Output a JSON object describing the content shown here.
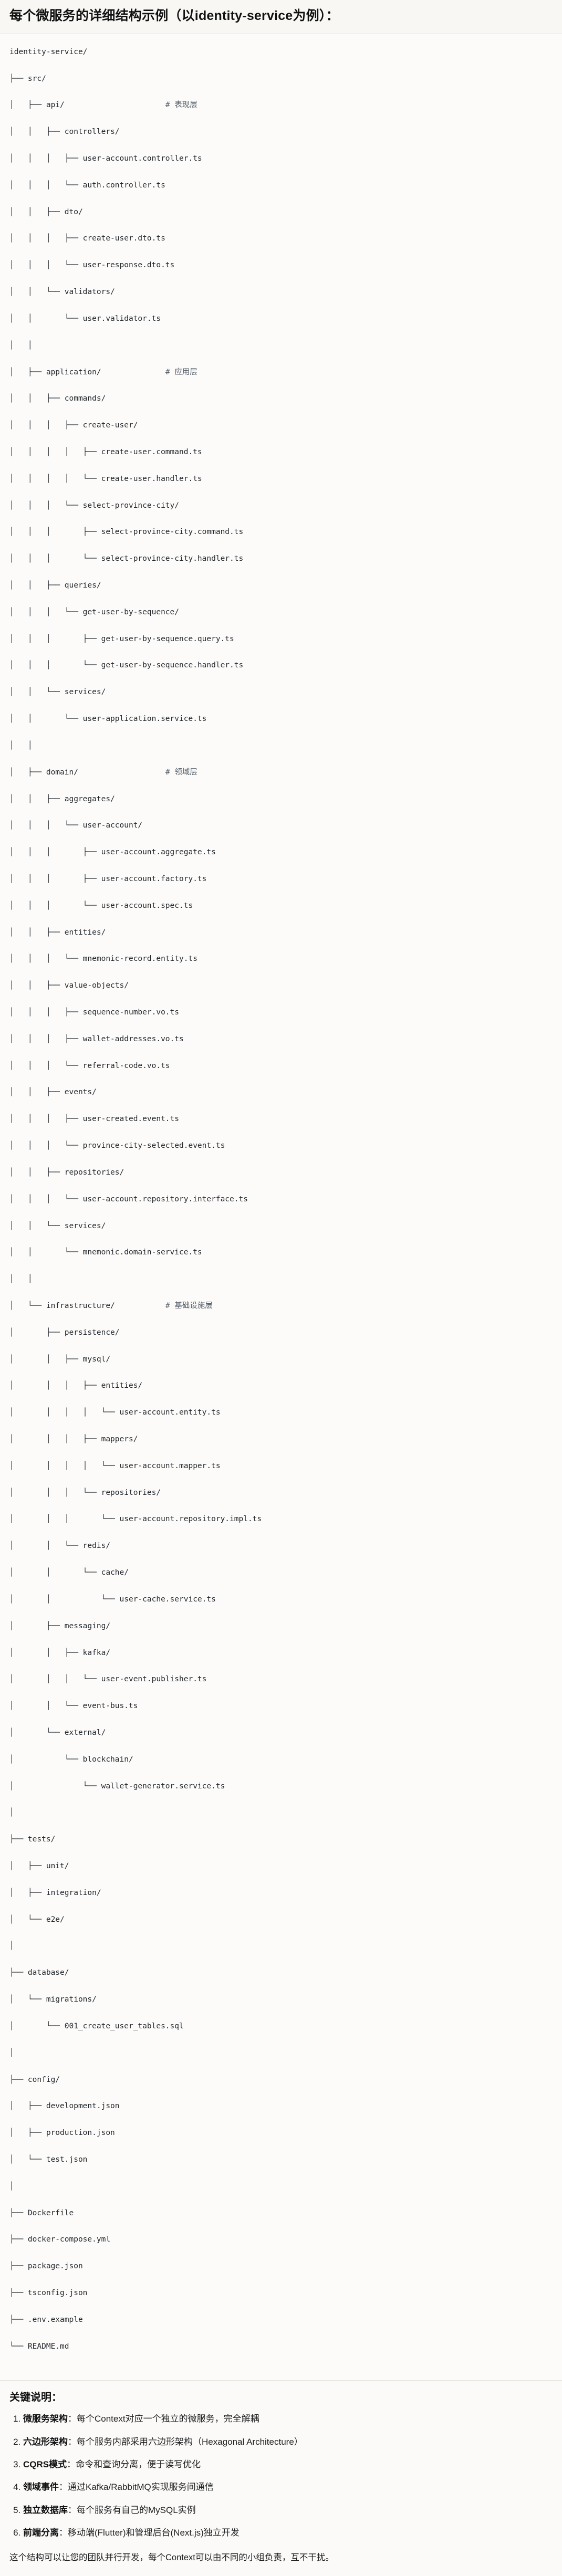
{
  "header": {
    "title": "每个微服务的详细结构示例（以identity-service为例）："
  },
  "tree": {
    "root_label": "identity-service/",
    "lines": [
      {
        "glyphs": "identity-service/",
        "comment": ""
      },
      {
        "glyphs": "├── src/",
        "comment": ""
      },
      {
        "glyphs": "│   ├── api/",
        "comment": "# 表现层"
      },
      {
        "glyphs": "│   │   ├── controllers/",
        "comment": ""
      },
      {
        "glyphs": "│   │   │   ├── user-account.controller.ts",
        "comment": ""
      },
      {
        "glyphs": "│   │   │   └── auth.controller.ts",
        "comment": ""
      },
      {
        "glyphs": "│   │   ├── dto/",
        "comment": ""
      },
      {
        "glyphs": "│   │   │   ├── create-user.dto.ts",
        "comment": ""
      },
      {
        "glyphs": "│   │   │   └── user-response.dto.ts",
        "comment": ""
      },
      {
        "glyphs": "│   │   └── validators/",
        "comment": ""
      },
      {
        "glyphs": "│   │       └── user.validator.ts",
        "comment": ""
      },
      {
        "glyphs": "│   │",
        "comment": ""
      },
      {
        "glyphs": "│   ├── application/",
        "comment": "# 应用层"
      },
      {
        "glyphs": "│   │   ├── commands/",
        "comment": ""
      },
      {
        "glyphs": "│   │   │   ├── create-user/",
        "comment": ""
      },
      {
        "glyphs": "│   │   │   │   ├── create-user.command.ts",
        "comment": ""
      },
      {
        "glyphs": "│   │   │   │   └── create-user.handler.ts",
        "comment": ""
      },
      {
        "glyphs": "│   │   │   └── select-province-city/",
        "comment": ""
      },
      {
        "glyphs": "│   │   │       ├── select-province-city.command.ts",
        "comment": ""
      },
      {
        "glyphs": "│   │   │       └── select-province-city.handler.ts",
        "comment": ""
      },
      {
        "glyphs": "│   │   ├── queries/",
        "comment": ""
      },
      {
        "glyphs": "│   │   │   └── get-user-by-sequence/",
        "comment": ""
      },
      {
        "glyphs": "│   │   │       ├── get-user-by-sequence.query.ts",
        "comment": ""
      },
      {
        "glyphs": "│   │   │       └── get-user-by-sequence.handler.ts",
        "comment": ""
      },
      {
        "glyphs": "│   │   └── services/",
        "comment": ""
      },
      {
        "glyphs": "│   │       └── user-application.service.ts",
        "comment": ""
      },
      {
        "glyphs": "│   │",
        "comment": ""
      },
      {
        "glyphs": "│   ├── domain/",
        "comment": "# 领域层"
      },
      {
        "glyphs": "│   │   ├── aggregates/",
        "comment": ""
      },
      {
        "glyphs": "│   │   │   └── user-account/",
        "comment": ""
      },
      {
        "glyphs": "│   │   │       ├── user-account.aggregate.ts",
        "comment": ""
      },
      {
        "glyphs": "│   │   │       ├── user-account.factory.ts",
        "comment": ""
      },
      {
        "glyphs": "│   │   │       └── user-account.spec.ts",
        "comment": ""
      },
      {
        "glyphs": "│   │   ├── entities/",
        "comment": ""
      },
      {
        "glyphs": "│   │   │   └── mnemonic-record.entity.ts",
        "comment": ""
      },
      {
        "glyphs": "│   │   ├── value-objects/",
        "comment": ""
      },
      {
        "glyphs": "│   │   │   ├── sequence-number.vo.ts",
        "comment": ""
      },
      {
        "glyphs": "│   │   │   ├── wallet-addresses.vo.ts",
        "comment": ""
      },
      {
        "glyphs": "│   │   │   └── referral-code.vo.ts",
        "comment": ""
      },
      {
        "glyphs": "│   │   ├── events/",
        "comment": ""
      },
      {
        "glyphs": "│   │   │   ├── user-created.event.ts",
        "comment": ""
      },
      {
        "glyphs": "│   │   │   └── province-city-selected.event.ts",
        "comment": ""
      },
      {
        "glyphs": "│   │   ├── repositories/",
        "comment": ""
      },
      {
        "glyphs": "│   │   │   └── user-account.repository.interface.ts",
        "comment": ""
      },
      {
        "glyphs": "│   │   └── services/",
        "comment": ""
      },
      {
        "glyphs": "│   │       └── mnemonic.domain-service.ts",
        "comment": ""
      },
      {
        "glyphs": "│   │",
        "comment": ""
      },
      {
        "glyphs": "│   └── infrastructure/",
        "comment": "# 基础设施层"
      },
      {
        "glyphs": "│       ├── persistence/",
        "comment": ""
      },
      {
        "glyphs": "│       │   ├── mysql/",
        "comment": ""
      },
      {
        "glyphs": "│       │   │   ├── entities/",
        "comment": ""
      },
      {
        "glyphs": "│       │   │   │   └── user-account.entity.ts",
        "comment": ""
      },
      {
        "glyphs": "│       │   │   ├── mappers/",
        "comment": ""
      },
      {
        "glyphs": "│       │   │   │   └── user-account.mapper.ts",
        "comment": ""
      },
      {
        "glyphs": "│       │   │   └── repositories/",
        "comment": ""
      },
      {
        "glyphs": "│       │   │       └── user-account.repository.impl.ts",
        "comment": ""
      },
      {
        "glyphs": "│       │   └── redis/",
        "comment": ""
      },
      {
        "glyphs": "│       │       └── cache/",
        "comment": ""
      },
      {
        "glyphs": "│       │           └── user-cache.service.ts",
        "comment": ""
      },
      {
        "glyphs": "│       ├── messaging/",
        "comment": ""
      },
      {
        "glyphs": "│       │   ├── kafka/",
        "comment": ""
      },
      {
        "glyphs": "│       │   │   └── user-event.publisher.ts",
        "comment": ""
      },
      {
        "glyphs": "│       │   └── event-bus.ts",
        "comment": ""
      },
      {
        "glyphs": "│       └── external/",
        "comment": ""
      },
      {
        "glyphs": "│           └── blockchain/",
        "comment": ""
      },
      {
        "glyphs": "│               └── wallet-generator.service.ts",
        "comment": ""
      },
      {
        "glyphs": "│",
        "comment": ""
      },
      {
        "glyphs": "├── tests/",
        "comment": ""
      },
      {
        "glyphs": "│   ├── unit/",
        "comment": ""
      },
      {
        "glyphs": "│   ├── integration/",
        "comment": ""
      },
      {
        "glyphs": "│   └── e2e/",
        "comment": ""
      },
      {
        "glyphs": "│",
        "comment": ""
      },
      {
        "glyphs": "├── database/",
        "comment": ""
      },
      {
        "glyphs": "│   └── migrations/",
        "comment": ""
      },
      {
        "glyphs": "│       └── 001_create_user_tables.sql",
        "comment": ""
      },
      {
        "glyphs": "│",
        "comment": ""
      },
      {
        "glyphs": "├── config/",
        "comment": ""
      },
      {
        "glyphs": "│   ├── development.json",
        "comment": ""
      },
      {
        "glyphs": "│   ├── production.json",
        "comment": ""
      },
      {
        "glyphs": "│   └── test.json",
        "comment": ""
      },
      {
        "glyphs": "│",
        "comment": ""
      },
      {
        "glyphs": "├── Dockerfile",
        "comment": ""
      },
      {
        "glyphs": "├── docker-compose.yml",
        "comment": ""
      },
      {
        "glyphs": "├── package.json",
        "comment": ""
      },
      {
        "glyphs": "├── tsconfig.json",
        "comment": ""
      },
      {
        "glyphs": "├── .env.example",
        "comment": ""
      },
      {
        "glyphs": "└── README.md",
        "comment": ""
      }
    ]
  },
  "notes": {
    "title": "关键说明：",
    "items": [
      {
        "term": "微服务架构",
        "sep": "：",
        "text": "每个Context对应一个独立的微服务，完全解耦"
      },
      {
        "term": "六边形架构",
        "sep": "：",
        "text": "每个服务内部采用六边形架构（Hexagonal Architecture）"
      },
      {
        "term": "CQRS模式",
        "sep": "：",
        "text": "命令和查询分离，便于读写优化"
      },
      {
        "term": "领域事件",
        "sep": "：",
        "text": "通过Kafka/RabbitMQ实现服务间通信"
      },
      {
        "term": "独立数据库",
        "sep": "：",
        "text": "每个服务有自己的MySQL实例"
      },
      {
        "term": "前端分离",
        "sep": "：",
        "text": "移动端(Flutter)和管理后台(Next.js)独立开发"
      }
    ],
    "closing": "这个结构可以让您的团队并行开发，每个Context可以由不同的小组负责，互不干扰。"
  },
  "colors": {
    "page_bg": "#fbfaf9",
    "header_bg": "#f8f7f4",
    "tree_bg": "#fcfbfa",
    "text": "#1f1f1f",
    "code_text": "#24292e",
    "comment_text": "#57606a",
    "divider": "#e3e0da"
  }
}
